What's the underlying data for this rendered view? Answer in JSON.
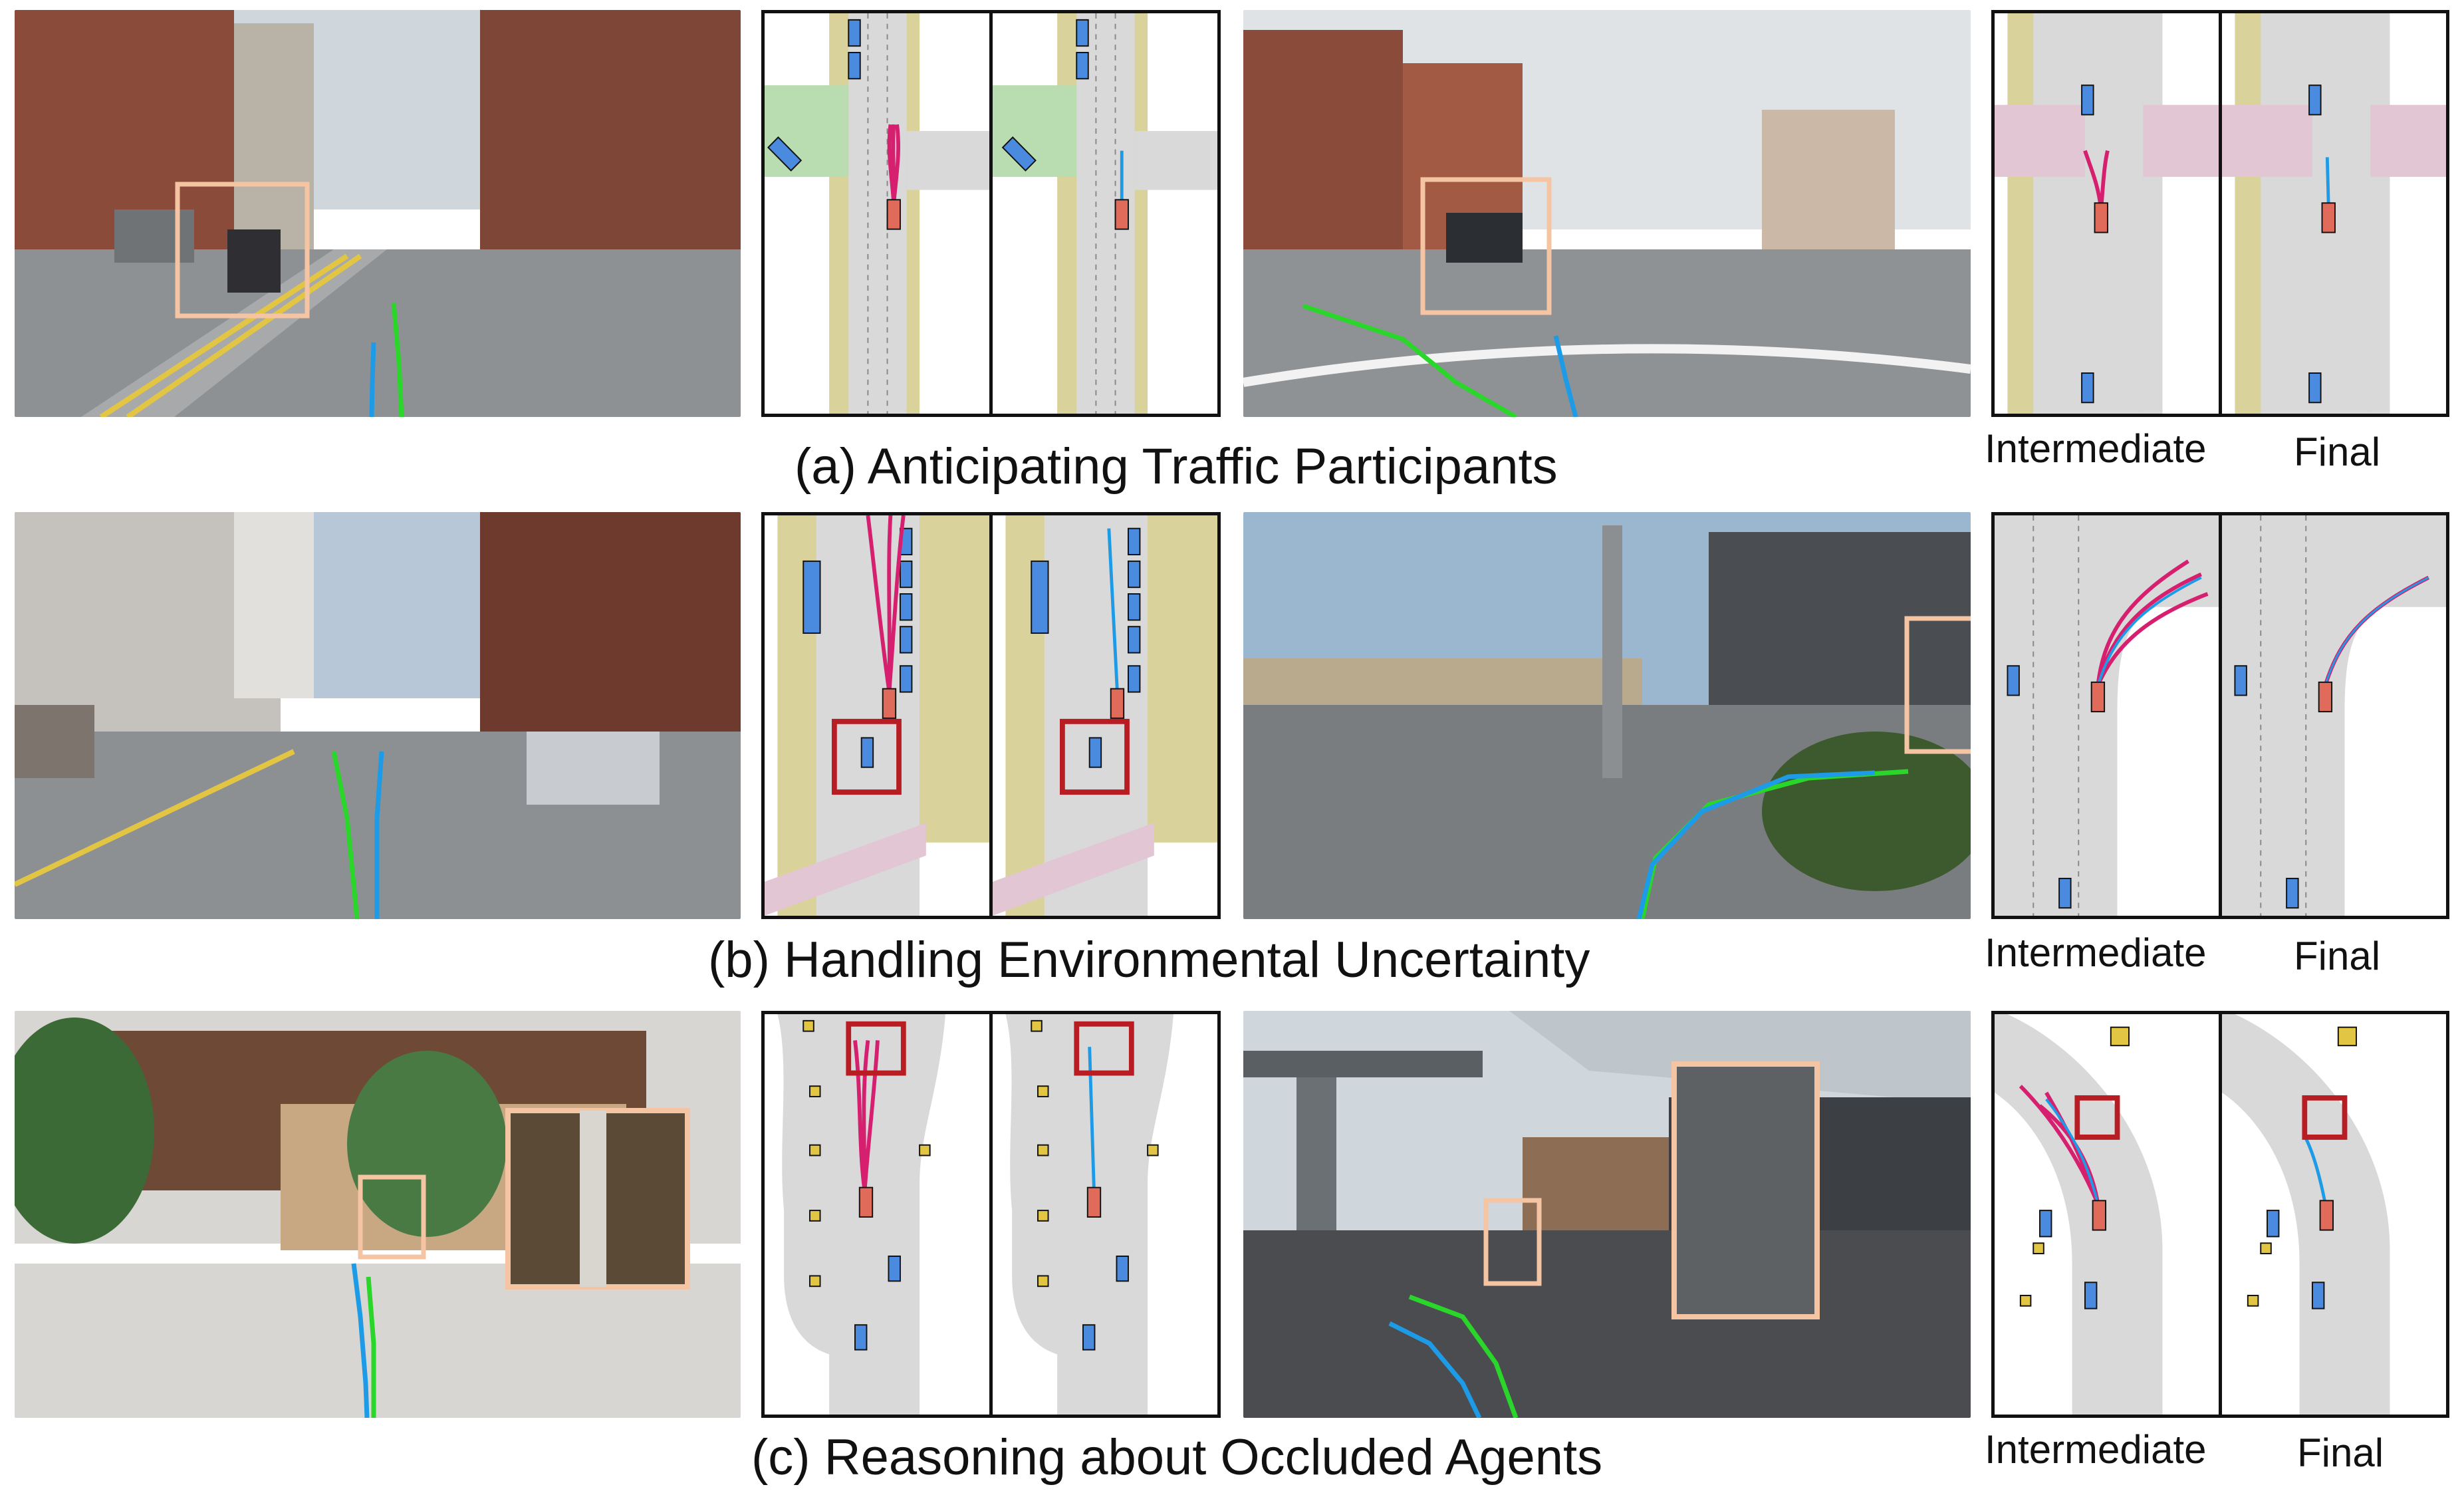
{
  "rows": [
    {
      "caption": "(a) Anticipating Traffic Participants",
      "labels": {
        "intermediate": "Intermediate",
        "final": "Final"
      }
    },
    {
      "caption": "(b) Handling Environmental Uncertainty",
      "labels": {
        "intermediate": "Intermediate",
        "final": "Final"
      }
    },
    {
      "caption": "(c) Reasoning about Occluded Agents",
      "labels": {
        "intermediate": "Intermediate",
        "final": "Final"
      }
    }
  ],
  "colors": {
    "highlight_box": "#f5c5a3",
    "red_box": "#b81d24",
    "trajectory_blue": "#1e9be6",
    "trajectory_green": "#2bd62b",
    "ego_vehicle": "#e06b5b",
    "agent_vehicle": "#4a8be0",
    "pink_samples": "#d6206f",
    "road_gray": "#d9d9d9",
    "sidewalk_khaki": "#d9d29a",
    "crosswalk_green": "#b9dcb0"
  }
}
